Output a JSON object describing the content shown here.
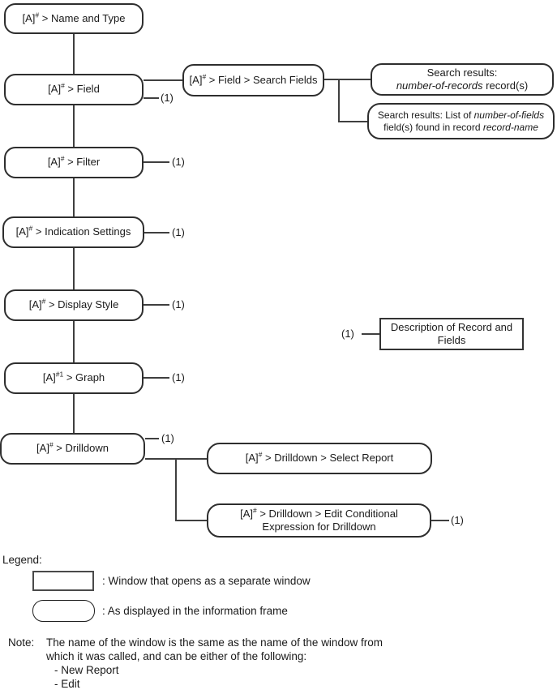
{
  "diagram": {
    "ref_label": "(1)",
    "nodes": {
      "name_type": {
        "pre": "[A]",
        "sup": "#",
        "post": " > Name and Type"
      },
      "field": {
        "pre": "[A]",
        "sup": "#",
        "post": " > Field"
      },
      "search_fields": {
        "pre": "[A]",
        "sup": "#",
        "post": " > Field > Search Fields"
      },
      "results_records": {
        "line1": "Search results:",
        "italic": "number-of-records",
        "rest": " record(s)"
      },
      "results_fields": {
        "part1": "Search results: List of ",
        "italic1": "number-of-fields",
        "part2": " field(s) found in record ",
        "italic2": "record-name"
      },
      "filter": {
        "pre": "[A]",
        "sup": "#",
        "post": " > Filter"
      },
      "indication_settings": {
        "pre": "[A]",
        "sup": "#",
        "post": " > Indication Settings"
      },
      "display_style": {
        "pre": "[A]",
        "sup": "#",
        "post": " > Display Style"
      },
      "graph": {
        "pre": "[A]",
        "sup": "#1",
        "post": " > Graph"
      },
      "drilldown": {
        "pre": "[A]",
        "sup": "#",
        "post": " > Drilldown"
      },
      "select_report": {
        "pre": "[A]",
        "sup": "#",
        "post": " > Drilldown > Select Report"
      },
      "edit_conditional": {
        "pre": "[A]",
        "sup": "#",
        "post": " > Drilldown > Edit Conditional Expression for Drilldown"
      },
      "description": {
        "label": "Description of Record and Fields"
      }
    }
  },
  "legend": {
    "title": "Legend:",
    "separate_window": ": Window that opens as a separate window",
    "information_frame": ": As displayed in the information frame"
  },
  "note": {
    "label": "Note:",
    "line1": "The name of the window is the same as the name of the window from",
    "line2": "which it was called, and can be either of the following:",
    "items": [
      "- New Report",
      "- Edit"
    ]
  },
  "colors": {
    "background": "#ffffff",
    "box_border": "#2e2e2e",
    "line": "#3f3f3f",
    "text": "#1a1a1a"
  }
}
